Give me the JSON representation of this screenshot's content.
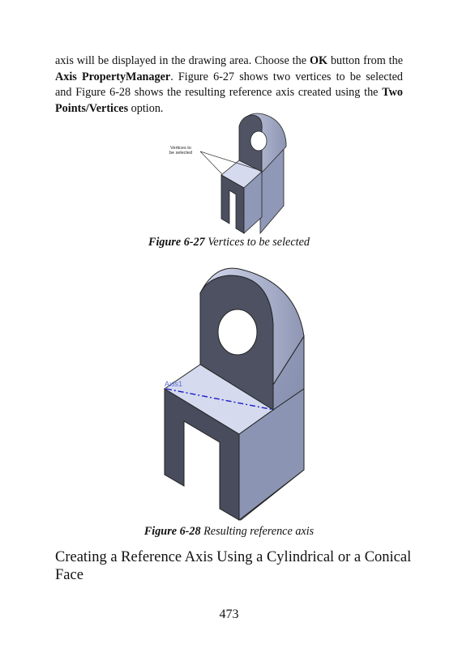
{
  "paragraph": {
    "t1": "axis will be displayed in the drawing area. Choose the ",
    "b1": "OK",
    "t2": " button from the ",
    "b2": "Axis PropertyManager",
    "t3": ". Figure 6-27 shows two vertices to be selected and Figure 6-28 shows the resulting reference axis created using the ",
    "b3": "Two Points/Vertices",
    "t4": " option."
  },
  "figure1": {
    "callout_line1": "Vertices to",
    "callout_line2": "be selected",
    "caption_label": "Figure 6-27",
    "caption_text": " Vertices to be selected"
  },
  "figure2": {
    "axis_label": "Axis1",
    "caption_label": "Figure 6-28",
    "caption_text": " Resulting reference axis"
  },
  "section_heading": "Creating a Reference Axis Using a Cylindrical or a Conical Face",
  "page_number": "473",
  "colors": {
    "face_light": "#d6dbef",
    "face_mid": "#9da6c2",
    "face_dark": "#4a4e5e",
    "axis": "#1a1acc"
  }
}
